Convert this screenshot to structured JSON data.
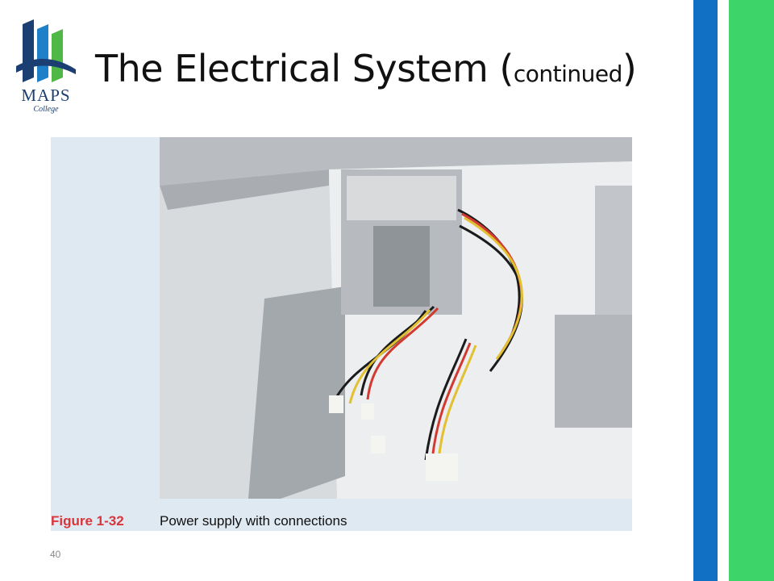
{
  "slide": {
    "title_main": "The Electrical System (",
    "title_small": "continued",
    "title_close": ")",
    "page_number": "40"
  },
  "logo": {
    "name": "MAPS",
    "subtitle": "College"
  },
  "figure": {
    "number": "Figure 1-32",
    "caption": "Power supply with connections"
  },
  "colors": {
    "accent_blue": "#1170c4",
    "accent_green": "#3dd46a",
    "caption_red": "#d9353b",
    "figure_bg": "#dfe9f2"
  }
}
